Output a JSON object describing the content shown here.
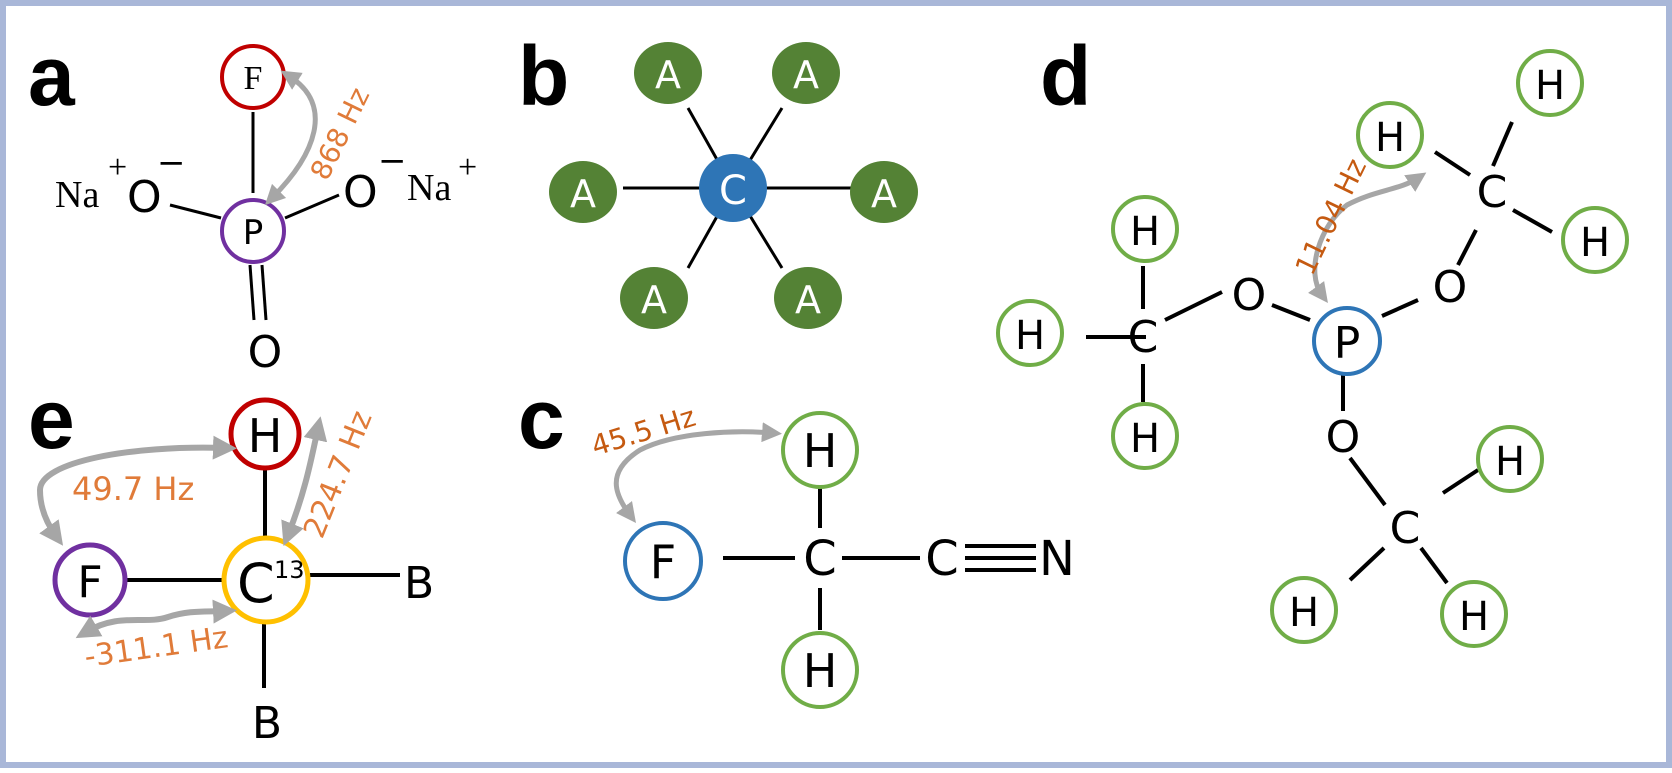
{
  "colors": {
    "frame": "#a9b7d8",
    "bond": "#000000",
    "arrow": "#a6a6a6",
    "coupling_text": "#e07b39",
    "coupling_text_dark": "#c55a11",
    "red": "#c00000",
    "purple": "#7030a0",
    "blue": "#2e75b6",
    "green_ring": "#70ad47",
    "green_fill": "#548235",
    "gold": "#ffc000"
  },
  "panels": {
    "a": {
      "label": "a",
      "atoms": {
        "F": "F",
        "P": "P",
        "O_left": "O",
        "O_right": "O",
        "O_bottom": "O",
        "Na_left": "Na",
        "Na_right": "Na"
      },
      "charges": {
        "plus": "+",
        "minus": "−"
      },
      "coupling": "868 Hz"
    },
    "b": {
      "label": "b",
      "center": "C",
      "neighbor": "A"
    },
    "c": {
      "label": "c",
      "atoms": {
        "F": "F",
        "C1": "C",
        "C2": "C",
        "N": "N",
        "H_top": "H",
        "H_bottom": "H"
      },
      "coupling": "45.5 Hz"
    },
    "d": {
      "label": "d",
      "P": "P",
      "O": "O",
      "C": "C",
      "H": "H",
      "coupling": "11.04 Hz"
    },
    "e": {
      "label": "e",
      "atoms": {
        "H": "H",
        "F": "F",
        "C": "C",
        "C_mass": "13",
        "B_right": "B",
        "B_bottom": "B"
      },
      "couplings": {
        "HF": "49.7 Hz",
        "CH": "224.7 Hz",
        "CF": "-311.1 Hz"
      }
    }
  }
}
